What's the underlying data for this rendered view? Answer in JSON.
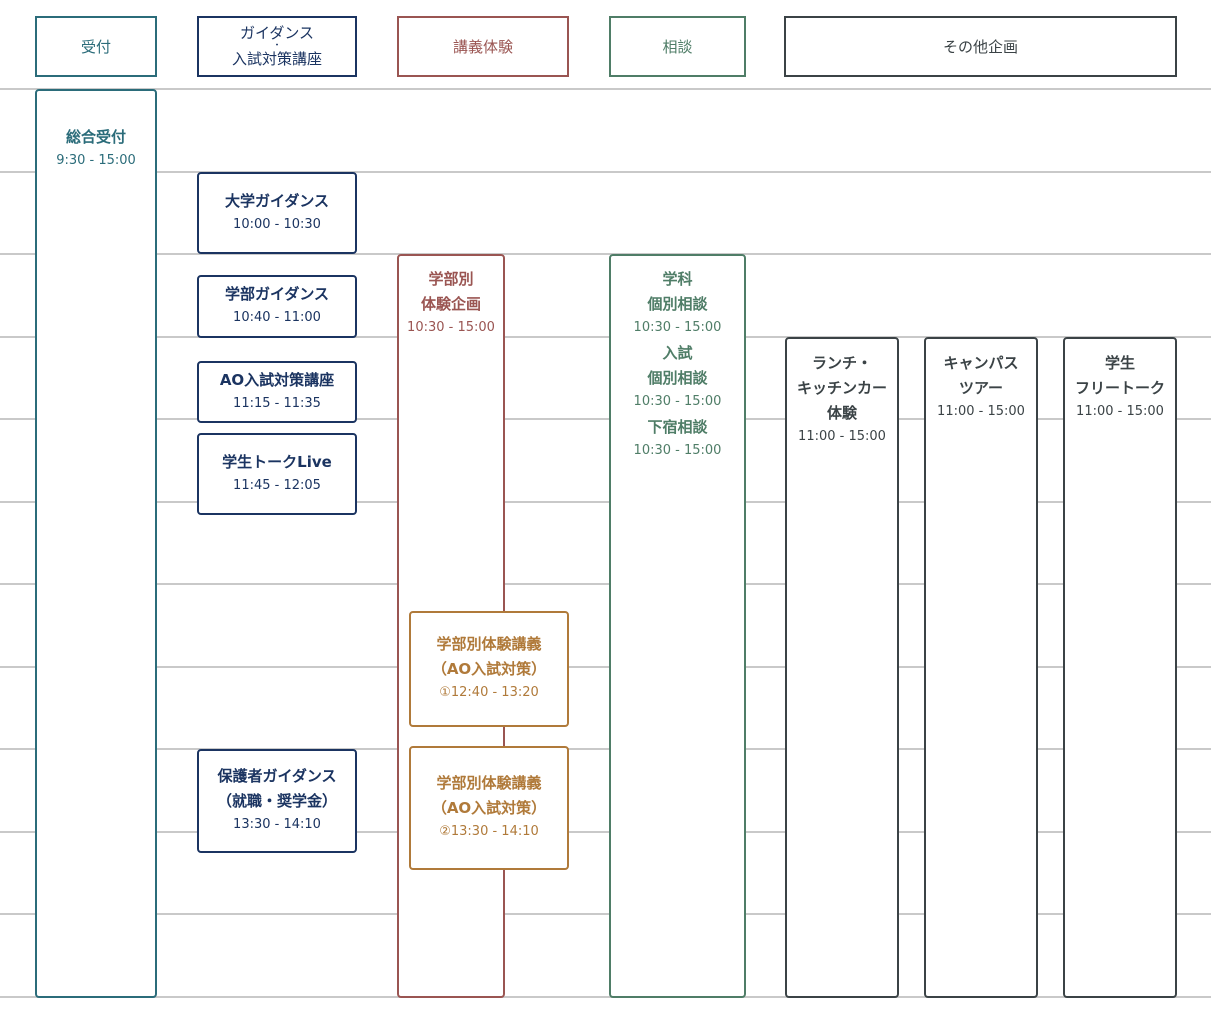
{
  "colors": {
    "reception": "#2b6c7a",
    "guidance": "#1b3461",
    "lecture": "#9a5552",
    "consult": "#4f7d67",
    "other": "#3b4346",
    "lecture_class": "#b07a3a",
    "gridline": "#c9c9c9"
  },
  "headers": {
    "reception": "受付",
    "guidance_line1": "ガイダンス",
    "guidance_sep": "・",
    "guidance_line2": "入試対策講座",
    "lecture": "講義体験",
    "consult": "相談",
    "other": "その他企画"
  },
  "reception": {
    "title": "総合受付",
    "time": "9:30 - 15:00"
  },
  "guidance": [
    {
      "title": "大学ガイダンス",
      "time": "10:00 - 10:30"
    },
    {
      "title": "学部ガイダンス",
      "time": "10:40 - 11:00"
    },
    {
      "title": "AO入試対策講座",
      "time": "11:15 - 11:35"
    },
    {
      "title": "学生トークLive",
      "time": "11:45 - 12:05"
    },
    {
      "title": "保護者ガイダンス\n（就職・奨学金）",
      "time": "13:30 - 14:10"
    }
  ],
  "lecture": {
    "main": {
      "title": "学部別\n体験企画",
      "time": "10:30 - 15:00"
    },
    "classes": [
      {
        "title": "学部別体験講義\n（AO入試対策）",
        "time": "①12:40 - 13:20"
      },
      {
        "title": "学部別体験講義\n（AO入試対策）",
        "time": "②13:30 - 14:10"
      }
    ]
  },
  "consult": [
    {
      "title": "学科\n個別相談",
      "time": "10:30 - 15:00"
    },
    {
      "title": "入試\n個別相談",
      "time": "10:30 - 15:00"
    },
    {
      "title": "下宿相談",
      "time": "10:30 - 15:00"
    }
  ],
  "other": [
    {
      "title": "ランチ・\nキッチンカー\n体験",
      "time": "11:00 - 15:00"
    },
    {
      "title": "キャンパス\nツアー",
      "time": "11:00 - 15:00"
    },
    {
      "title": "学生\nフリートーク",
      "time": "11:00 - 15:00"
    }
  ]
}
